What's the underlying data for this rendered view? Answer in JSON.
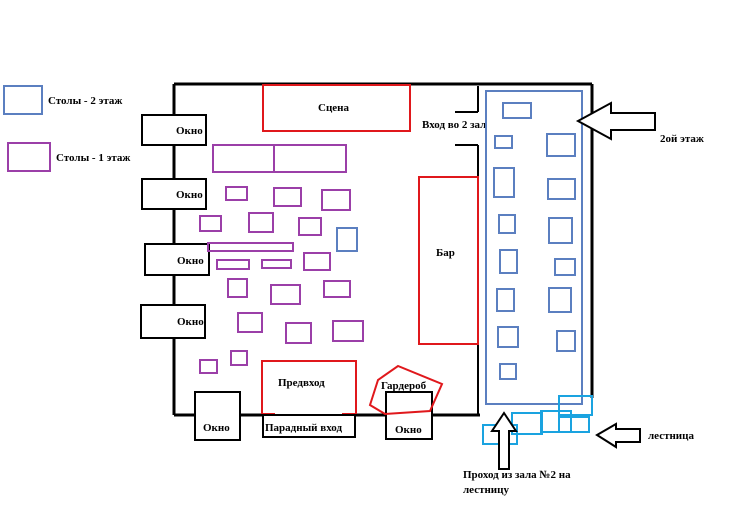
{
  "legend": {
    "tables_floor2": "Столы - 2 этаж",
    "tables_floor1": "Столы - 1 этаж"
  },
  "labels": {
    "stage": "Сцена",
    "hall2_entrance": "Вход во 2 зал",
    "floor2": "2ой этаж",
    "bar": "Бар",
    "window": "Окно",
    "pre_entrance": "Предвход",
    "cloakroom": "Гардероб",
    "main_entrance": "Парадный вход",
    "stairs": "лестница",
    "passage_line1": "Проход из зала №2 на",
    "passage_line2": "лестницу"
  },
  "colors": {
    "wall": "#000000",
    "red": "#e0181c",
    "floor1_table": "#9b3fa8",
    "floor2_table": "#5b7fc0",
    "stairs": "#1aa3e0"
  }
}
